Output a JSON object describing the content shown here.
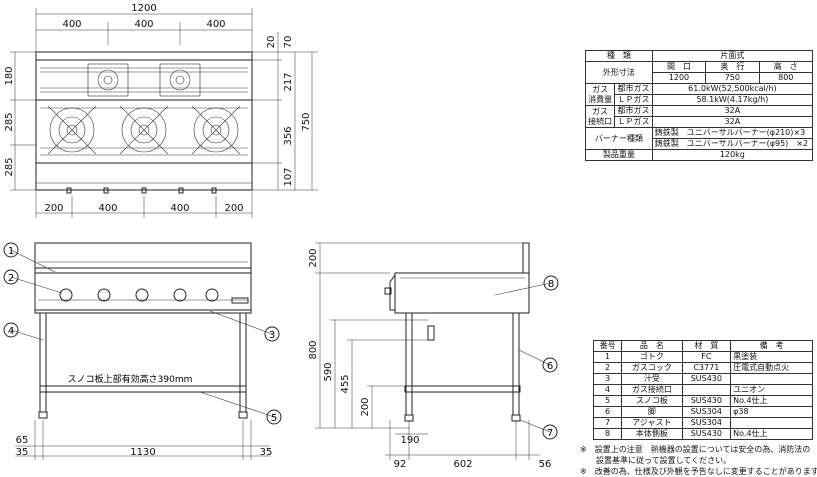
{
  "top_view": {
    "width_total": "1200",
    "top_segments": [
      "400",
      "400",
      "400"
    ],
    "bottom_segments": [
      "200",
      "400",
      "400",
      "200"
    ],
    "left_dims": [
      "180",
      "285",
      "285"
    ],
    "right_dims": [
      "20",
      "70",
      "217",
      "356",
      "107"
    ],
    "depth_total": "750"
  },
  "front_view": {
    "shelf_note": "スノコ板上部有効高さ390mm",
    "dims_left": [
      "65",
      "35"
    ],
    "width": "1130",
    "dim_right": "35"
  },
  "side_view": {
    "dims_vertical": [
      "200",
      "800",
      "590",
      "455",
      "200"
    ],
    "dims_bottom": [
      "190",
      "92",
      "602",
      "56"
    ]
  },
  "callouts": [
    "1",
    "2",
    "3",
    "4",
    "5",
    "6",
    "7",
    "8"
  ],
  "spec_table": {
    "h_item": "種　類",
    "h_type": "片面式",
    "size_label": "外形寸法",
    "size_heads": [
      "間　口",
      "奥　行",
      "高　さ"
    ],
    "size_vals": [
      "1200",
      "750",
      "800"
    ],
    "gas_consumption_label": "ガス\n消費量",
    "city_gas": "都市ガス",
    "lp_gas": "ＬＰガス",
    "consumption_city": "61.0kW(52,500kcal/h)",
    "consumption_lp": "58.1kW(4.17kg/h)",
    "gas_connect_label": "ガス\n接続口",
    "connect_city": "32A",
    "connect_lp": "32A",
    "burner_label": "バーナー種類",
    "burner_1": "鋳鉄製　ユニバーサルバーナー(φ210)×3",
    "burner_2": "鋳鉄製　ユニバーサルバーナー(φ95)　×2",
    "weight_label": "製品重量",
    "weight": "120kg"
  },
  "parts_table": {
    "headers": [
      "番号",
      "品　名",
      "材　質",
      "備　考"
    ],
    "rows": [
      [
        "1",
        "ゴトク",
        "FC",
        "黒塗装"
      ],
      [
        "2",
        "ガスコック",
        "C3771",
        "圧電式自動点火"
      ],
      [
        "3",
        "汁受",
        "SUS430",
        ""
      ],
      [
        "4",
        "ガス接続口",
        "",
        "ユニオン"
      ],
      [
        "5",
        "スノコ板",
        "SUS430",
        "No.4仕上"
      ],
      [
        "6",
        "脚",
        "SUS304",
        "φ38"
      ],
      [
        "7",
        "アジャスト",
        "SUS304",
        ""
      ],
      [
        "8",
        "本体側板",
        "SUS430",
        "No.4仕上"
      ]
    ]
  },
  "notes": [
    "※　設置上の注意　熱機器の設置については安全の為、消防法の",
    "　　設置基準に従って設置してください。",
    "※　改善の為、仕様及び外観を予告なしに変更することがあります。"
  ]
}
